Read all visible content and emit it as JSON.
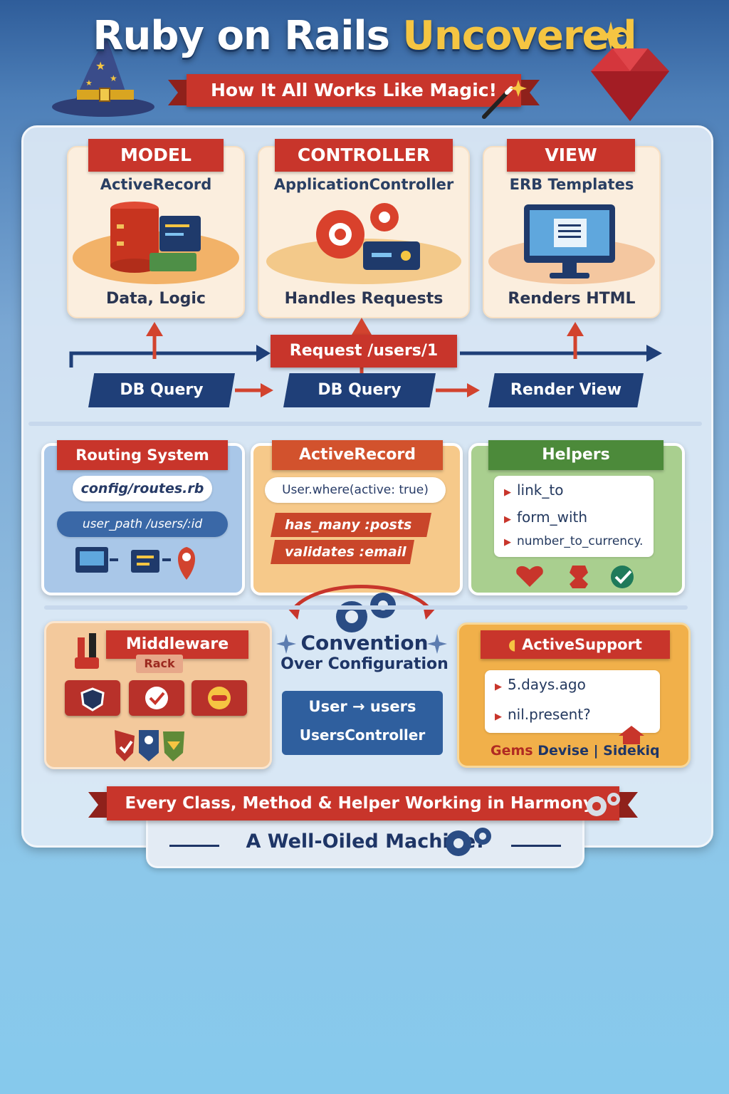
{
  "header": {
    "title_part1": "Ruby on Rails",
    "title_part2": "Uncovered",
    "subtitle": "How It All Works Like Magic!"
  },
  "mvc": {
    "model": {
      "head": "MODEL",
      "sub": "ActiveRecord",
      "foot": "Data, Logic"
    },
    "controller": {
      "head": "CONTROLLER",
      "sub": "ApplicationController",
      "foot": "Handles Requests"
    },
    "view": {
      "head": "VIEW",
      "sub": "ERB Templates",
      "foot": "Renders HTML"
    }
  },
  "flow": {
    "request": "Request /users/1",
    "step1": "DB Query",
    "step2": "DB Query",
    "step3": "Render View"
  },
  "routing": {
    "head": "Routing System",
    "file": "config/routes.rb",
    "path": "user_path  /users/:id"
  },
  "activerecord": {
    "head": "ActiveRecord",
    "query": "User.where(active: true)",
    "assoc": "has_many :posts",
    "validation": "validates :email"
  },
  "helpers": {
    "head": "Helpers",
    "items": [
      "link_to",
      "form_with",
      "number_to_currency."
    ]
  },
  "middleware": {
    "head": "Middleware",
    "sub": "Rack"
  },
  "convention": {
    "line1": "Convention",
    "line2": "Over Configuration",
    "map1": "User → users",
    "map2": "UsersController"
  },
  "activesupport": {
    "head": "ActiveSupport",
    "items": [
      "5.days.ago",
      "nil.present?"
    ],
    "gems_label": "Gems",
    "gems": "Devise | Sidekiq"
  },
  "footer": {
    "ribbon": "Every Class, Method & Helper Working in Harmony!",
    "tagline": "A Well-Oiled Machine!"
  },
  "colors": {
    "red": "#c8352b",
    "navy": "#1f3f78",
    "gold": "#f5c542",
    "green": "#4c8a3a",
    "orange": "#e9883a"
  }
}
